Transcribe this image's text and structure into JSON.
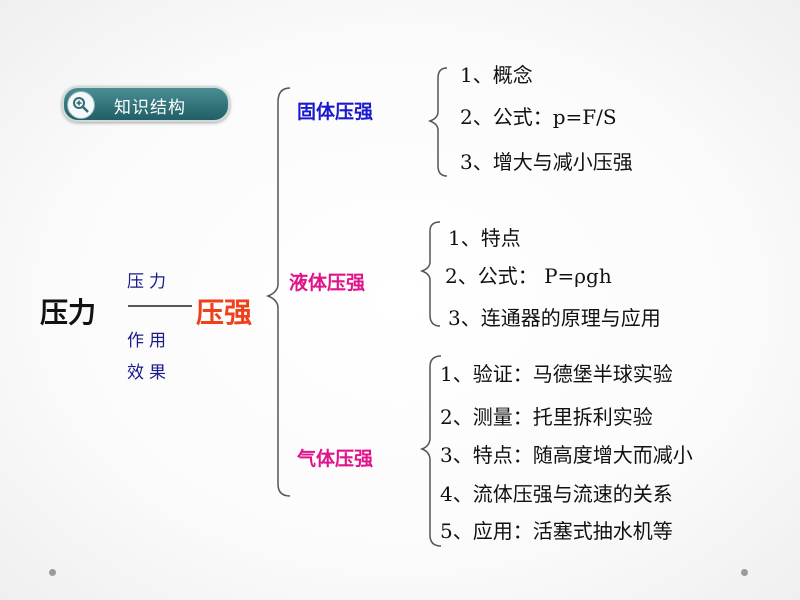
{
  "badge": {
    "label": "知识结构"
  },
  "root": "压力",
  "edge_top": "压力",
  "edge_bottom_1": "作用",
  "edge_bottom_2": "效果",
  "center": "压强",
  "branches": [
    {
      "label": "固体压强",
      "color": "#1a1acc",
      "items": [
        "1、概念",
        "2、公式：p=F/S",
        "3、增大与减小压强"
      ]
    },
    {
      "label": "液体压强",
      "color": "#e0148a",
      "items": [
        "1、特点",
        "2、公式： P=ρgh",
        "3、连通器的原理与应用"
      ]
    },
    {
      "label": "气体压强",
      "color": "#e0148a",
      "items": [
        "1、验证：马德堡半球实验",
        "2、测量：托里拆利实验",
        "3、特点：随高度增大而减小",
        "4、流体压强与流速的关系",
        "5、应用：活塞式抽水机等"
      ]
    }
  ]
}
